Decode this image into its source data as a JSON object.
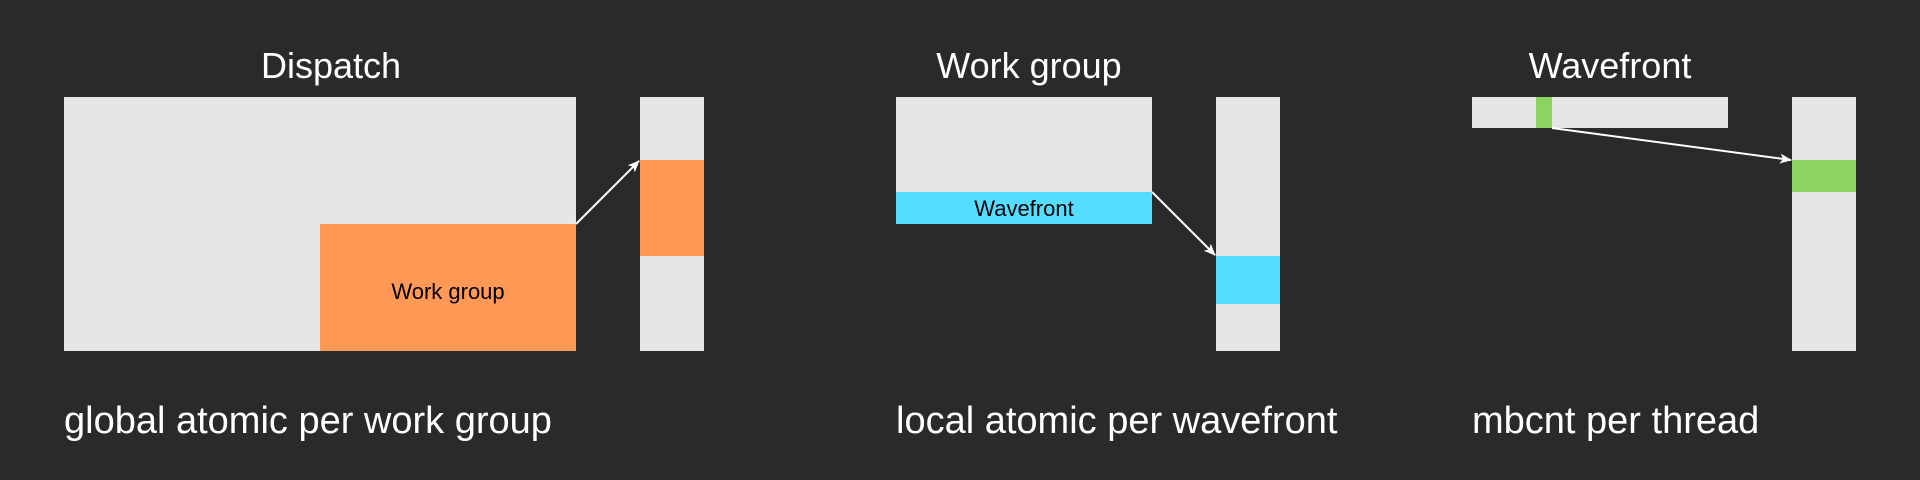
{
  "panels": [
    {
      "title": "Dispatch",
      "inner_label": "Work group",
      "caption": "global atomic per work group",
      "highlight_color": "#ff9955"
    },
    {
      "title": "Work group",
      "inner_label": "Wavefront",
      "caption": "local atomic per wavefront",
      "highlight_color": "#55ddff"
    },
    {
      "title": "Wavefront",
      "caption": "mbcnt per thread",
      "highlight_color": "#8dd35f"
    }
  ],
  "colors": {
    "background": "#2a2a2a",
    "block": "#e6e6e6",
    "arrow": "#ffffff"
  }
}
